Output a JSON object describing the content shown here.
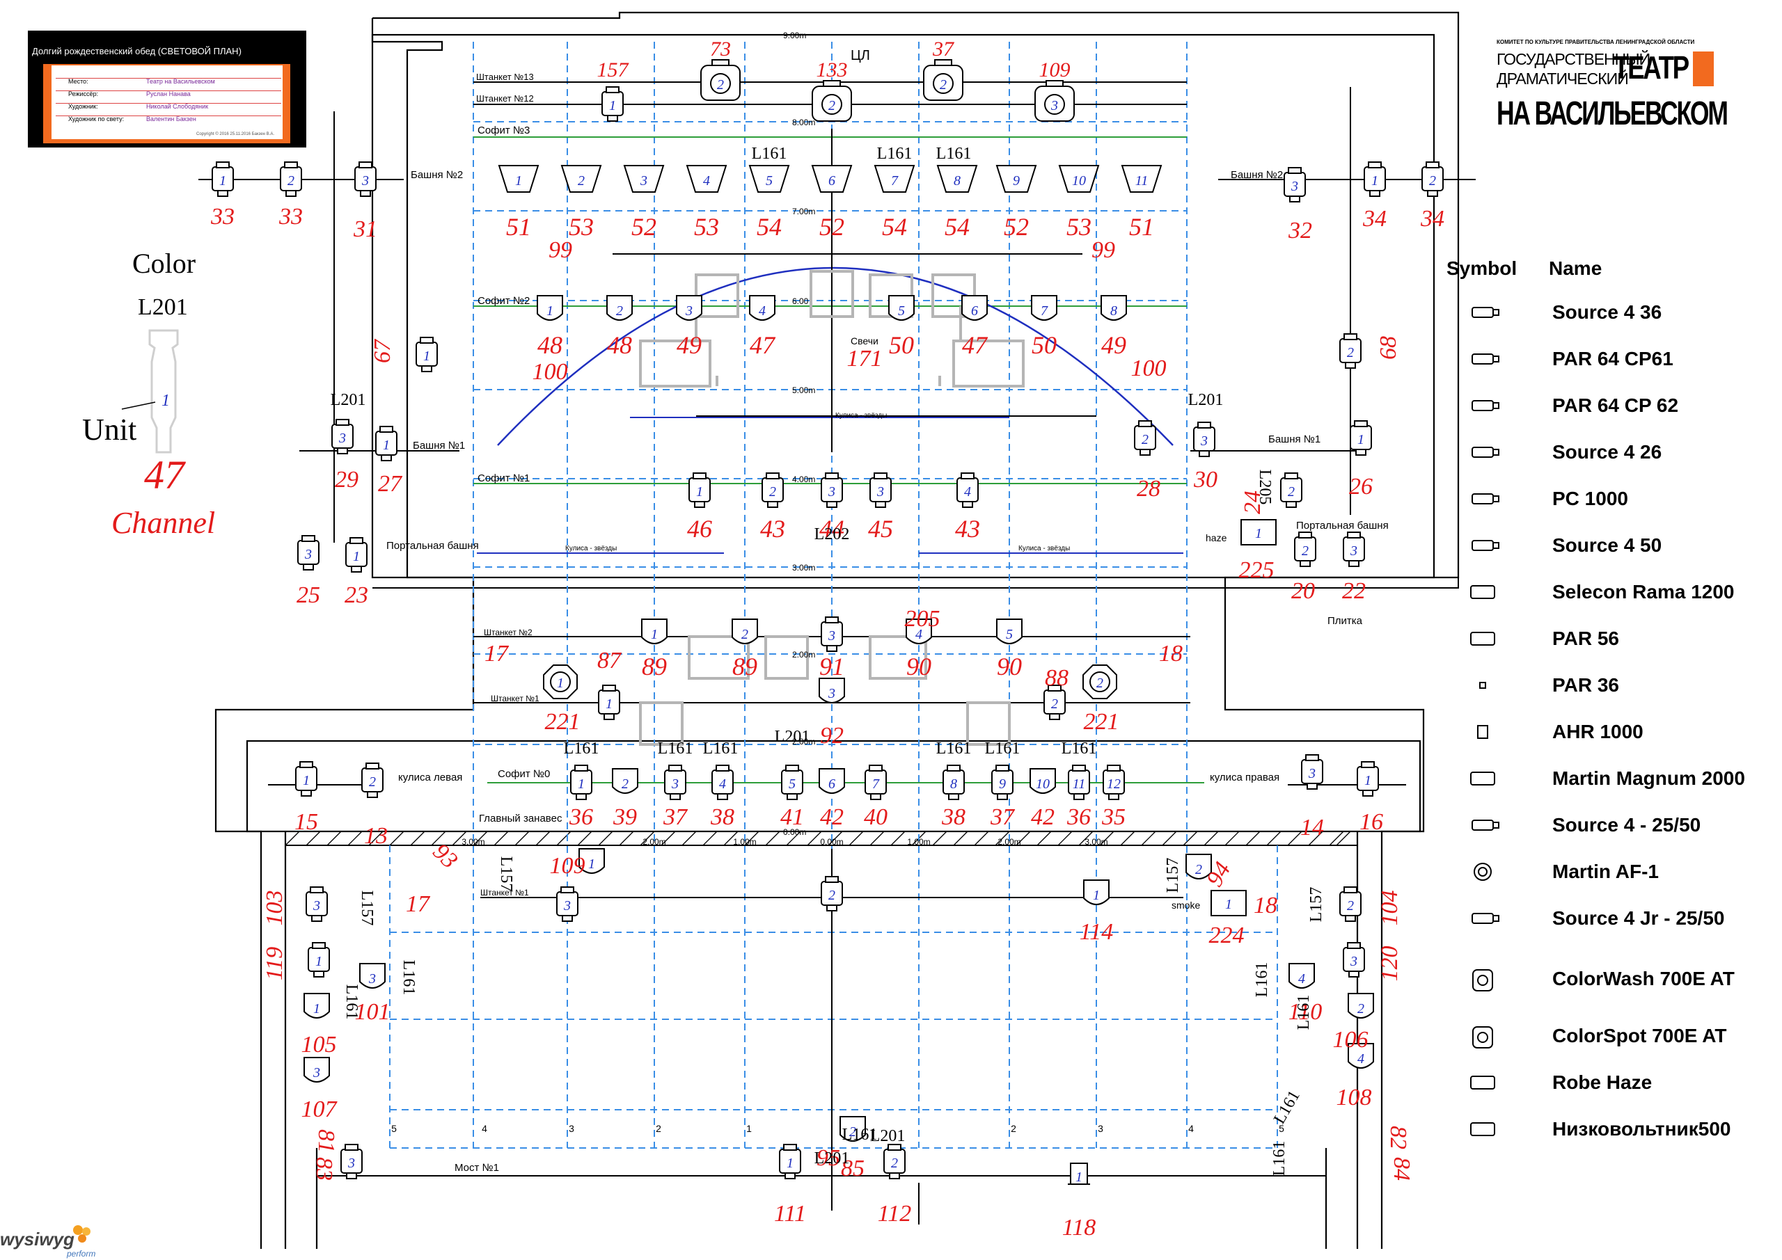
{
  "title_block": {
    "header": "Долгий рождественский обед (СВЕТОВОЙ ПЛАН)",
    "rows": [
      {
        "label": "Место:",
        "value": "Театр на Васильевском"
      },
      {
        "label": "Режиссёр:",
        "value": "Руслан Нанава"
      },
      {
        "label": "Художник:",
        "value": "Николай Слободяник"
      },
      {
        "label": "Художник по свету:",
        "value": "Валентин Бакзен"
      }
    ],
    "copyright": "Copyright © 2016   25.11.2016 Бакзен В.А."
  },
  "logo": {
    "committee": "КОМИТЕТ ПО КУЛЬТУРЕ ПРАВИТЕЛЬСТВА ЛЕНИНГРАДСКОЙ ОБЛАСТИ",
    "line1": "ГОСУДАРСТВЕННЫЙ",
    "line2": "ДРАМАТИЧЕСКИЙ",
    "big": "ТЕАТР",
    "bottom": "НА ВАСИЛЬЕВСКОМ"
  },
  "key": {
    "color_label": "Color",
    "gel": "L201",
    "unit_label": "Unit",
    "unit": "1",
    "channel": "47",
    "channel_label": "Channel"
  },
  "legend": {
    "col_symbol": "Symbol",
    "col_name": "Name",
    "items": [
      {
        "name": "Source 4 36",
        "icon": "source4-icon"
      },
      {
        "name": "PAR 64 CP61",
        "icon": "par64-cp61-icon"
      },
      {
        "name": "PAR 64 CP 62",
        "icon": "par64-cp62-icon"
      },
      {
        "name": "Source 4 26",
        "icon": "source4-icon"
      },
      {
        "name": "PC 1000",
        "icon": "pc-icon"
      },
      {
        "name": "Source 4 50",
        "icon": "source4-icon"
      },
      {
        "name": "Selecon Rama 1200",
        "icon": "rama-icon"
      },
      {
        "name": "PAR 56",
        "icon": "par56-icon"
      },
      {
        "name": "PAR 36",
        "icon": "par36-icon"
      },
      {
        "name": "AHR 1000",
        "icon": "ahr-icon"
      },
      {
        "name": "Martin Magnum 2000",
        "icon": "magnum-icon"
      },
      {
        "name": "Source 4 - 25/50",
        "icon": "zoom-icon"
      },
      {
        "name": "Martin AF-1",
        "icon": "af1-icon"
      },
      {
        "name": "Source 4 Jr - 25/50",
        "icon": "jr-icon"
      },
      {
        "name": "ColorWash 700E AT",
        "icon": "colorwash-icon"
      },
      {
        "name": "ColorSpot 700E AT",
        "icon": "colorspot-icon"
      },
      {
        "name": "Robe Haze",
        "icon": "haze-icon"
      },
      {
        "name": "Низковольтник500",
        "icon": "lowvolt-icon"
      }
    ]
  },
  "pipes": {
    "shtanket13": "Штанкет №13",
    "shtanket12": "Штанкет №12",
    "sofit3": "Софит №3",
    "sofit2": "Софит №2",
    "sofit1": "Софит №1",
    "bashnya2": "Башня №2",
    "bashnya1": "Башня №1",
    "portal": "Портальная башня",
    "shtanket2": "Штанкет №2",
    "shtanket1": "Штанкет №1",
    "sofit0": "Софит №0",
    "kulisa_left": "кулиса левая",
    "kulisa_right": "кулиса правая",
    "main_curtain": "Главный занавес",
    "most1": "Мост №1",
    "kulisa_stars": "Кулиса - звёзды",
    "plitka": "Плитка",
    "tsl": "ЦЛ",
    "candles": "Свечи",
    "haze": "haze",
    "smoke": "smoke"
  },
  "dims": {
    "d9": "9.00m",
    "d8": "8.00m",
    "d7": "7.00m",
    "d6": "6.00",
    "d5": "5.00m",
    "d4": "4.00m",
    "d3": "3.00m",
    "d2": "2.00m",
    "d0": "0.00m",
    "ruler": [
      "3.00m",
      "2.00m",
      "1.00m",
      "0.00m",
      "1.00m",
      "2.00m",
      "3.00m"
    ],
    "cols": [
      "5",
      "4",
      "3",
      "2",
      "1",
      "2",
      "3",
      "4",
      "5"
    ]
  },
  "rows": {
    "r13": {
      "gels": [],
      "units": [
        "1",
        "2",
        "2",
        "2",
        "3"
      ],
      "chan": [
        "157",
        "73",
        "133",
        "37",
        "109"
      ]
    },
    "sofit3_units": [
      "1",
      "2",
      "3",
      "4",
      "5",
      "6",
      "7",
      "8",
      "9",
      "10",
      "11"
    ],
    "sofit3_chan": [
      "51",
      "53",
      "52",
      "53",
      "54",
      "52",
      "54",
      "54",
      "52",
      "53",
      "51"
    ],
    "sofit3_gels": [
      "L161",
      "L161",
      "L161"
    ],
    "sofit2_units": [
      "1",
      "2",
      "3",
      "4",
      "5",
      "6",
      "7",
      "8"
    ],
    "sofit2_chan": [
      "48",
      "48",
      "49",
      "47",
      "50",
      "47",
      "50",
      "49"
    ],
    "sofit1_units": [
      "1",
      "2",
      "3",
      "3",
      "4"
    ],
    "sofit1_chan": [
      "46",
      "43",
      "44",
      "45",
      "43"
    ],
    "sofit1_gel": "L202",
    "sh2_units": [
      "1",
      "2",
      "3",
      "4",
      "5"
    ],
    "sh2_chan": [
      "89",
      "89",
      "91",
      "90",
      "90"
    ],
    "sofit0_units": [
      "1",
      "2",
      "3",
      "4",
      "5",
      "6",
      "7",
      "8",
      "9",
      "10",
      "11",
      "12"
    ],
    "sofit0_chan": [
      "36",
      "39",
      "37",
      "38",
      "41",
      "42",
      "40",
      "38",
      "37",
      "42",
      "36",
      "35"
    ],
    "sofit0_gels": [
      "L161",
      "L161",
      "L161",
      "L201",
      "L161",
      "L161",
      "L161"
    ],
    "misc_chan": [
      "33",
      "33",
      "31",
      "32",
      "34",
      "34",
      "99",
      "99",
      "100",
      "171",
      "100",
      "67",
      "68",
      "29",
      "27",
      "28",
      "30",
      "26",
      "24",
      "225",
      "25",
      "23",
      "20",
      "22",
      "205",
      "17",
      "18",
      "221",
      "87",
      "88",
      "221",
      "92",
      "15",
      "13",
      "14",
      "16",
      "109",
      "93",
      "17",
      "94",
      "18",
      "114",
      "224",
      "103",
      "119",
      "120",
      "104",
      "101",
      "110",
      "105",
      "106",
      "107",
      "108",
      "81",
      "83",
      "84",
      "82",
      "95",
      "85",
      "111",
      "112",
      "118"
    ],
    "misc_gels": [
      "L201",
      "L201",
      "L205",
      "L201",
      "L201",
      "L157",
      "L157",
      "L157",
      "L157",
      "L161",
      "L161",
      "L161",
      "L161",
      "L161",
      "L161",
      "L161"
    ]
  },
  "footer": {
    "brand": "wysiwyg",
    "sub": "perform"
  }
}
